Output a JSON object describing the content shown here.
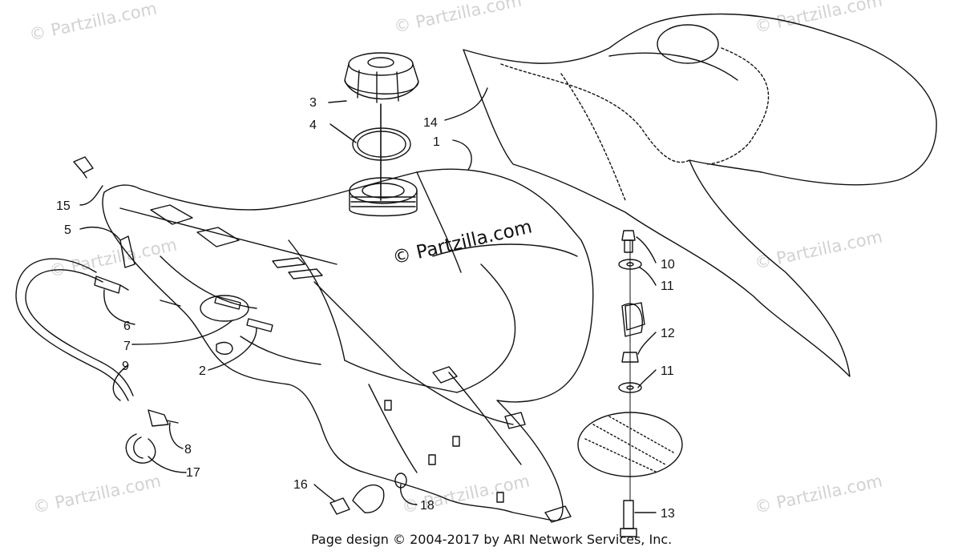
{
  "watermark": "© Partzilla.com",
  "center_watermark": "© Partzilla.com",
  "footer": "Page design © 2004-2017 by ARI Network Services, Inc.",
  "callouts": {
    "c1": "1",
    "c2": "2",
    "c3": "3",
    "c4": "4",
    "c5": "5",
    "c6": "6",
    "c7": "7",
    "c8": "8",
    "c9": "9",
    "c10": "10",
    "c11a": "11",
    "c11b": "11",
    "c12": "12",
    "c13": "13",
    "c14": "14",
    "c15": "15",
    "c16": "16",
    "c17": "17",
    "c18": "18"
  }
}
